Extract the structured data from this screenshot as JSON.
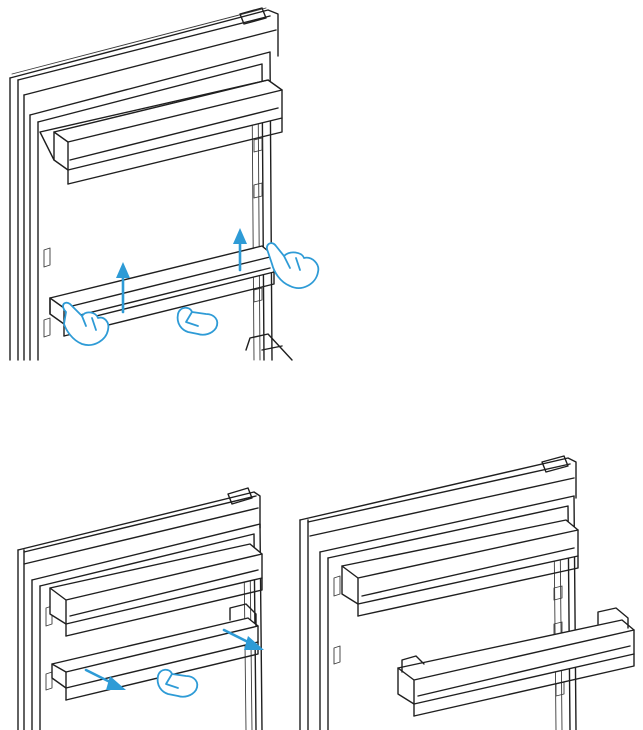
{
  "figure": {
    "steps": [
      {
        "id": "step-lift",
        "action": "lift-door-shelf-up"
      },
      {
        "id": "step-slide",
        "action": "pull-door-shelf-out"
      },
      {
        "id": "step-removed",
        "action": "door-shelf-removed"
      }
    ]
  },
  "colors": {
    "line": "#1f1f1f",
    "accent": "#2e9bd6",
    "background": "#ffffff"
  },
  "icons": {
    "arrow": "arrow-icon",
    "hand": "hand-icon"
  }
}
